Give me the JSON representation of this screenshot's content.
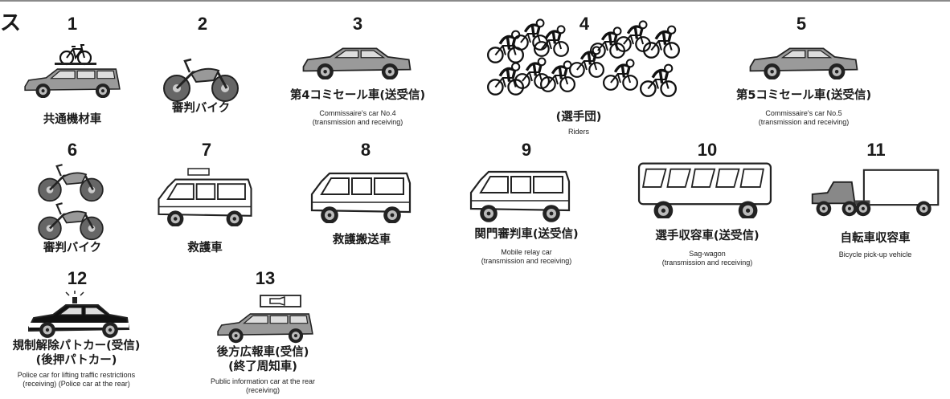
{
  "corner_glyph": "ス",
  "items": [
    {
      "num": "1",
      "jp": "共通機材車",
      "en": ""
    },
    {
      "num": "2",
      "jp": "審判バイク",
      "en": ""
    },
    {
      "num": "3",
      "jp": "第4コミセール車(送受信)",
      "en": "Commissaire's car No.4",
      "en2": "(transmission and receiving)"
    },
    {
      "num": "4",
      "jp": "(選手団)",
      "en": "Riders"
    },
    {
      "num": "5",
      "jp": "第5コミセール車(送受信)",
      "en": "Commissaire's car No.5",
      "en2": "(transmission and receiving)"
    },
    {
      "num": "6",
      "jp": "審判バイク",
      "en": ""
    },
    {
      "num": "7",
      "jp": "救護車",
      "en": ""
    },
    {
      "num": "8",
      "jp": "救護搬送車",
      "en": ""
    },
    {
      "num": "9",
      "jp": "関門審判車(送受信)",
      "en": "Mobile relay car",
      "en2": "(transmission and receiving)"
    },
    {
      "num": "10",
      "jp": "選手収容車(送受信)",
      "en": "Sag-wagon",
      "en2": "(transmission and receiving)"
    },
    {
      "num": "11",
      "jp": "自転車収容車",
      "en": "Bicycle pick-up vehicle"
    },
    {
      "num": "12",
      "jp": "規制解除パトカー(受信)",
      "jp2": "(後押パトカー)",
      "en": "Police car for lifting traffic restrictions",
      "en2": "(receiving) (Police car at the rear)"
    },
    {
      "num": "13",
      "jp": "後方広報車(受信)",
      "jp2": "(終了周知車)",
      "en": "Public information car at the rear",
      "en2": "(receiving)"
    }
  ]
}
